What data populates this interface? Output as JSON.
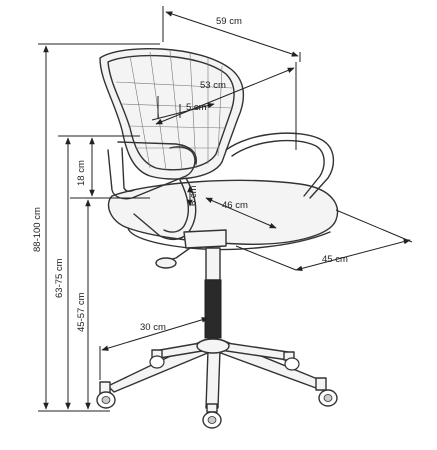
{
  "dimensions": {
    "width_top": "59 cm",
    "backrest_width": "53 cm",
    "armrest_width": "5 cm",
    "seat_depth": "46 cm",
    "seat_width": "45 cm",
    "armrest_height": "18 cm",
    "seat_thickness": "6 cm",
    "base_radius": "30 cm",
    "total_height": "88-100 cm",
    "armrest_floor_height": "63-75 cm",
    "seat_height": "45-57 cm"
  }
}
